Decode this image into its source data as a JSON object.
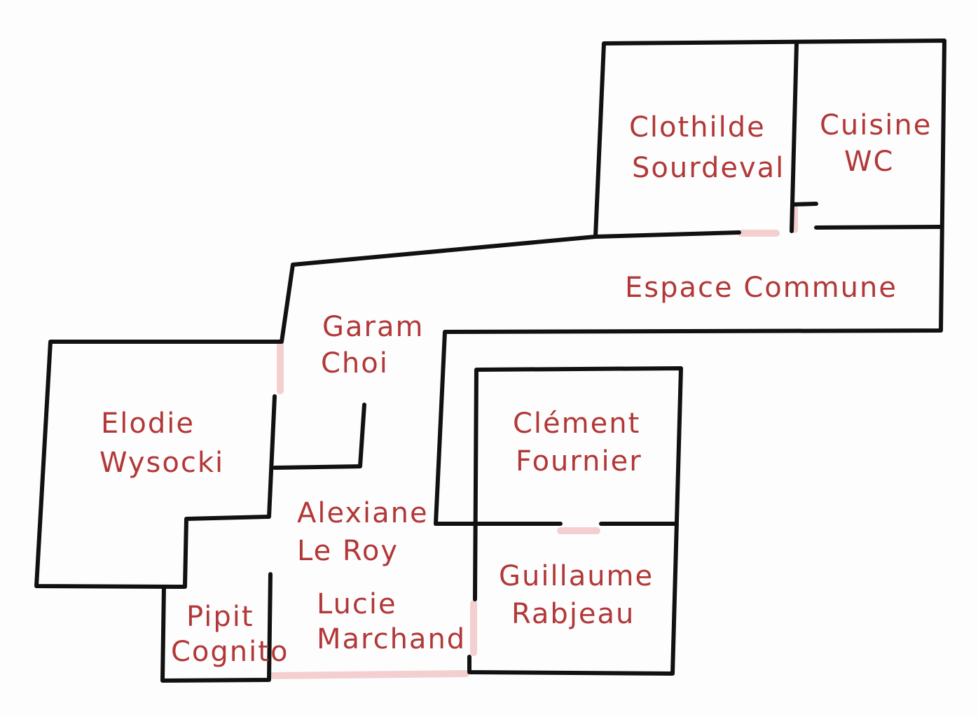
{
  "rooms": [
    {
      "id": "clothilde",
      "lines": [
        "Clothilde",
        "Sourdeval"
      ]
    },
    {
      "id": "cuisine",
      "lines": [
        "Cuisine",
        "WC"
      ]
    },
    {
      "id": "espace",
      "lines": [
        "Espace Commune"
      ]
    },
    {
      "id": "garam",
      "lines": [
        "Garam",
        "Choi"
      ]
    },
    {
      "id": "elodie",
      "lines": [
        "Elodie",
        "Wysocki"
      ]
    },
    {
      "id": "clement",
      "lines": [
        "Clément",
        "Fournier"
      ]
    },
    {
      "id": "alexiane",
      "lines": [
        "Alexiane",
        "Le Roy"
      ]
    },
    {
      "id": "guillaume",
      "lines": [
        "Guillaume",
        "Rabjeau"
      ]
    },
    {
      "id": "pipit",
      "lines": [
        "Pipit",
        "Cognito"
      ]
    },
    {
      "id": "lucie",
      "lines": [
        "Lucie",
        "Marchand"
      ]
    }
  ],
  "colors": {
    "wall": "#111111",
    "label": "#b23838",
    "door": "#f3cfcf",
    "background": "#fdfdfd"
  }
}
